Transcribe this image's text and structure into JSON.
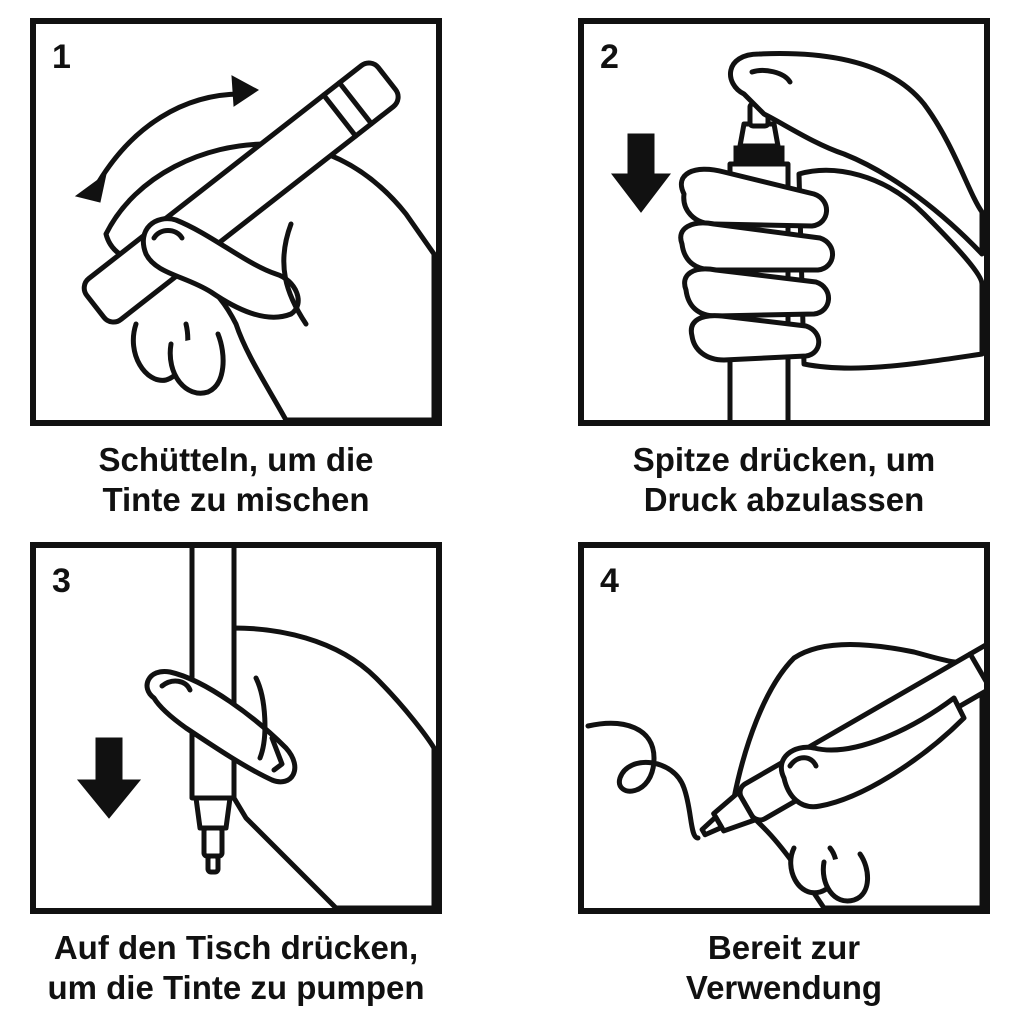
{
  "steps": [
    {
      "number": "1",
      "caption_line1": "Schütteln, um die",
      "caption_line2": "Tinte zu mischen"
    },
    {
      "number": "2",
      "caption_line1": "Spitze drücken, um",
      "caption_line2": "Druck abzulassen"
    },
    {
      "number": "3",
      "caption_line1": "Auf den Tisch drücken,",
      "caption_line2": "um die Tinte zu pumpen"
    },
    {
      "number": "4",
      "caption_line1": "Bereit zur",
      "caption_line2": "Verwendung"
    }
  ],
  "icons": {
    "step1": "hand-shaking-marker-icon",
    "step2": "hand-pressing-tip-icon",
    "step3": "hand-pumping-marker-icon",
    "step4": "hand-writing-icon"
  }
}
